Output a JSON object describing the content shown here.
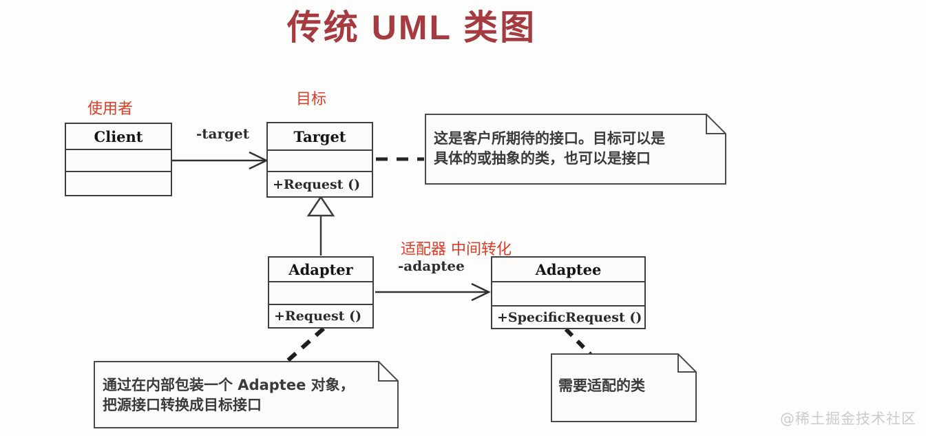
{
  "title": "传统 UML 类图",
  "colors": {
    "title": "#a53a40",
    "annotation": "#e03a28",
    "line": "#3a3a3a",
    "note_text": "#3a3a3a",
    "watermark": "#cbcbcb"
  },
  "annotations": {
    "client_role": "使用者",
    "target_role": "目标",
    "adapter_role": "适配器 中间转化"
  },
  "classes": {
    "client": {
      "name": "Client",
      "operations": ""
    },
    "target": {
      "name": "Target",
      "operations": "+Request ()"
    },
    "adapter": {
      "name": "Adapter",
      "operations": "+Request ()"
    },
    "adaptee": {
      "name": "Adaptee",
      "operations": "+SpecificRequest ()"
    }
  },
  "relations": {
    "client_target_label": "-target",
    "adapter_adaptee_label": "-adaptee"
  },
  "notes": {
    "target_note": {
      "line1": "这是客户所期待的接口。目标可以是",
      "line2": "具体的或抽象的类，也可以是接口"
    },
    "adapter_note": {
      "line1": "通过在内部包装一个 Adaptee 对象，",
      "line2": "把源接口转换成目标接口"
    },
    "adaptee_note": {
      "line1": "需要适配的类"
    }
  },
  "watermark": "@稀土掘金技术社区"
}
